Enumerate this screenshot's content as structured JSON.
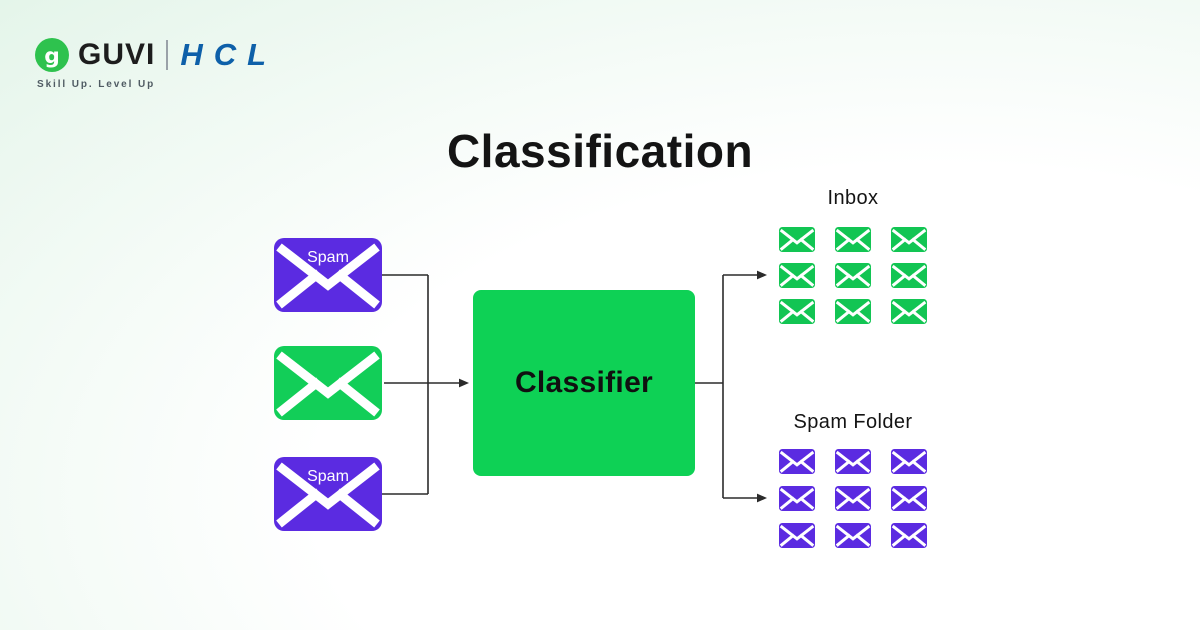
{
  "brand": {
    "guvi": "GUVI",
    "hcl": "HCL",
    "tagline": "Skill Up. Level Up",
    "guvi_icon": "guvi-g-icon"
  },
  "title": "Classification",
  "colors": {
    "purple": "#5B2BE1",
    "green_envelope": "#12CE58",
    "classifier_green": "#0ED155",
    "guvi_green": "#2EC24E",
    "hcl_blue": "#0E60A9",
    "arrow": "#2B2B2B"
  },
  "diagram": {
    "inputs": [
      {
        "kind": "spam-email",
        "label": "Spam",
        "color": "#5B2BE1"
      },
      {
        "kind": "normal-email",
        "label": "",
        "color": "#12CE58"
      },
      {
        "kind": "spam-email",
        "label": "Spam",
        "color": "#5B2BE1"
      }
    ],
    "classifier": {
      "label": "Classifier",
      "color": "#0ED155"
    },
    "outputs": [
      {
        "label": "Inbox",
        "count": 9,
        "color": "#12C553"
      },
      {
        "label": "Spam Folder",
        "count": 9,
        "color": "#5B2BE1"
      }
    ]
  }
}
